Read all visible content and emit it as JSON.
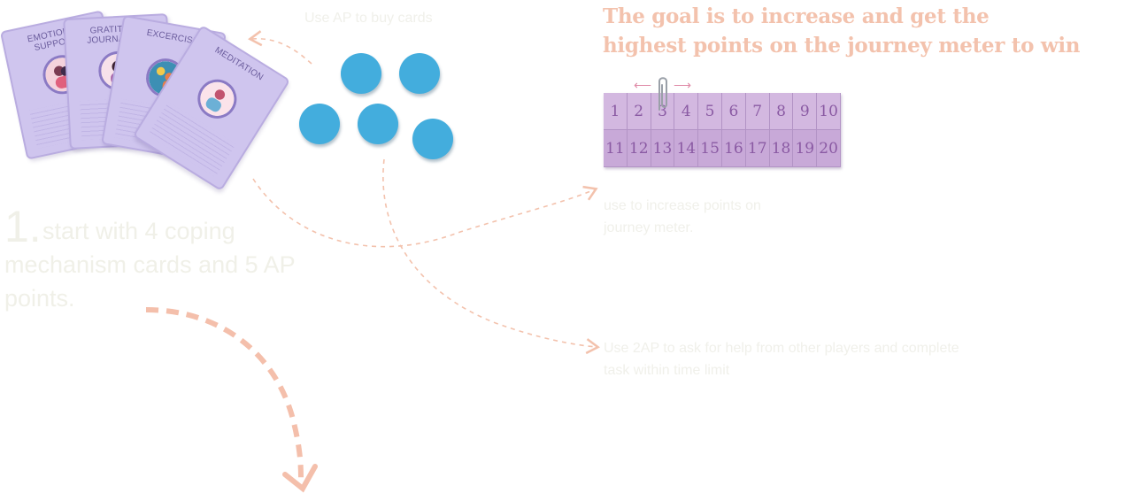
{
  "texts": {
    "buy_cards": "Use AP to buy cards",
    "goal_line1": "The goal is to increase and get the",
    "goal_line2": "highest points on the journey meter to win",
    "step_number": "1.",
    "step_text": "start with 4 coping mechanism cards and 5 AP points.",
    "increase_line1": "use to increase points on",
    "increase_line2": "journey meter.",
    "help_line1": "Use 2AP to ask for help from other players and complete",
    "help_line2": "task within time limit"
  },
  "cards": [
    {
      "title": "EMOTIONAL\nSUPPORT"
    },
    {
      "title": "GRATITUDE\nJOURNALING"
    },
    {
      "title": "EXCERCISE"
    },
    {
      "title": "MEDITATION"
    }
  ],
  "ap_tokens": 5,
  "meter": {
    "row1": [
      "1",
      "2",
      "3",
      "4",
      "5",
      "6",
      "7",
      "8",
      "9",
      "10"
    ],
    "row2": [
      "11",
      "12",
      "13",
      "14",
      "15",
      "16",
      "17",
      "18",
      "19",
      "20"
    ],
    "marker_value": 3
  },
  "colors": {
    "token": "#43addd",
    "card": "#cfc5ee",
    "goal_text": "#f3c2ad",
    "arrow": "#f3c2ad",
    "meter": "#cdb0db",
    "faint_text": "#f0f0e8"
  }
}
